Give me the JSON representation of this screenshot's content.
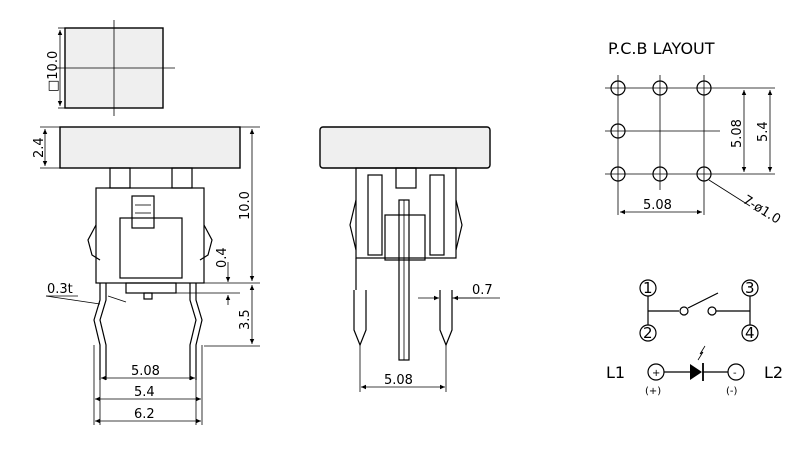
{
  "top_view": {
    "size_label": "□10.0"
  },
  "side_view_a": {
    "cap_height": "2.4",
    "total_height": "10.0",
    "gap": "0.4",
    "leg_length": "3.5",
    "thickness": "0.3t",
    "pitch": "5.08",
    "inner_width": "5.4",
    "outer_width": "6.2"
  },
  "side_view_b": {
    "pin_width": "0.7",
    "pitch": "5.08"
  },
  "pcb_layout": {
    "title": "P.C.B LAYOUT",
    "pitch_x": "5.08",
    "pitch_y": "5.08",
    "row_span": "5.4",
    "holes": "7-ø1.0"
  },
  "schematic": {
    "pins": [
      "1",
      "2",
      "3",
      "4"
    ],
    "led_left": "L1",
    "led_right": "L2",
    "anode": "(+)",
    "cathode": "(-)"
  }
}
